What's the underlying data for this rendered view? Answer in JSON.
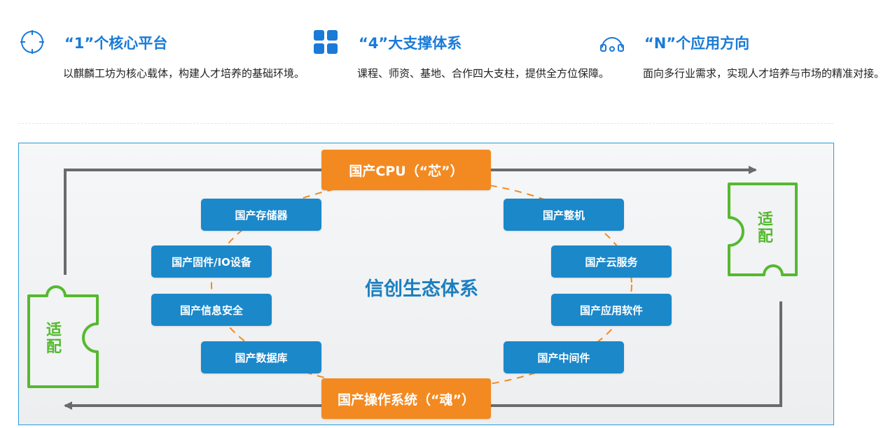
{
  "features": [
    {
      "title": "“1”个核心平台",
      "desc": "以麒麟工坊为核心载体，构建人才培养的基础环境。",
      "icon": "crosshair-icon"
    },
    {
      "title": "“4”大支撑体系",
      "desc": "课程、师资、基地、合作四大支柱，提供全方位保障。",
      "icon": "four-squares-icon"
    },
    {
      "title": "“N”个应用方向",
      "desc": "面向多行业需求，实现人才培养与市场的精准对接。",
      "icon": "headset-icon"
    }
  ],
  "diagram": {
    "center": "信创生态体系",
    "top_core": "国产CPU（“芯”）",
    "bottom_core": "国产操作系统（“魂”）",
    "left_items": [
      "国产存储器",
      "国产固件/IO设备",
      "国产信息安全",
      "国产数据库"
    ],
    "right_items": [
      "国产整机",
      "国产云服务",
      "国产应用软件",
      "国产中间件"
    ],
    "left_puzzle": "适配",
    "right_puzzle": "适配"
  },
  "colors": {
    "accent_blue": "#1a7ad8",
    "box_blue": "#1b88ca",
    "core_orange": "#f38a21",
    "puzzle_green": "#55b92f",
    "arrow_gray": "#6b6b6b"
  }
}
